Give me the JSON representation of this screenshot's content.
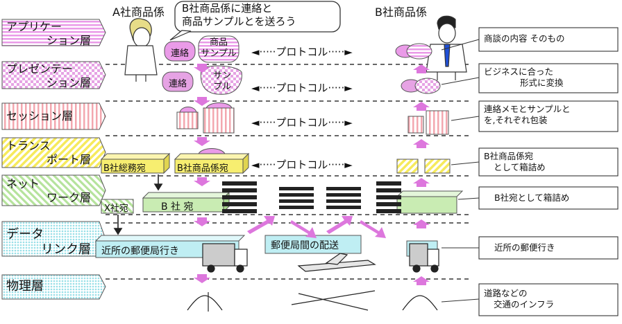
{
  "top": {
    "a_label": "A社商品係",
    "b_label": "B社商品係",
    "speech": [
      "B社商品係に連絡と",
      "商品サンプルとを送ろう"
    ]
  },
  "layers": [
    {
      "id": "application",
      "line1": "アプリケー",
      "line2": "ション層",
      "color": "#e986e6"
    },
    {
      "id": "presentation",
      "line1": "プレゼンテー",
      "line2": "ション層",
      "color": "#d889d8"
    },
    {
      "id": "session",
      "line1": "セッション層",
      "line2": "",
      "color": "#f0a0a8"
    },
    {
      "id": "transport",
      "line1": "トランス",
      "line2": "ポート層",
      "color": "#f7ee70"
    },
    {
      "id": "network",
      "line1": "ネット",
      "line2": "ワーク層",
      "color": "#b9e8a0"
    },
    {
      "id": "datalink",
      "line1": "データ",
      "line2": "リンク層",
      "color": "#a9e6ee"
    },
    {
      "id": "physical",
      "line1": "物理層",
      "line2": "",
      "color": "#a9e6ee"
    }
  ],
  "items": {
    "contact": "連絡",
    "sample_app": [
      "商品",
      "サンプル"
    ],
    "sample_pres": [
      "サン",
      "プル"
    ]
  },
  "protocol": [
    "◄·····プロトコル·····►",
    "◄·····プロトコル·····►",
    "◄·····プロトコル·····►",
    "◄·····プロトコル·····►"
  ],
  "boxes": {
    "b_general": "B社総務宛",
    "b_product": "B社商品係宛",
    "x_company": "X社宛",
    "b_company": "B 社 宛",
    "nearby_post": "近所の郵便局行き",
    "between_post": "郵便局間の配送"
  },
  "notes": [
    {
      "line1": "商談の内容 そのもの",
      "line2": ""
    },
    {
      "line1": "ビジネスに合った",
      "line2": "形式に変換"
    },
    {
      "line1": "連絡メモとサンプルと",
      "line2": "を,それぞれ包装"
    },
    {
      "line1": "B社商品係宛",
      "line2": "として箱詰め"
    },
    {
      "line1": "B社宛として箱詰め",
      "line2": ""
    },
    {
      "line1": "近所の郵便行き",
      "line2": ""
    },
    {
      "line1": "道路などの",
      "line2": "交通のインフラ"
    }
  ],
  "colors": {
    "pink": "#e98be6",
    "arrow": "#dd77dd",
    "yellow": "#f7ee70",
    "green": "#c9ecb3",
    "cyan": "#bfeef3",
    "dash": "#333333"
  }
}
